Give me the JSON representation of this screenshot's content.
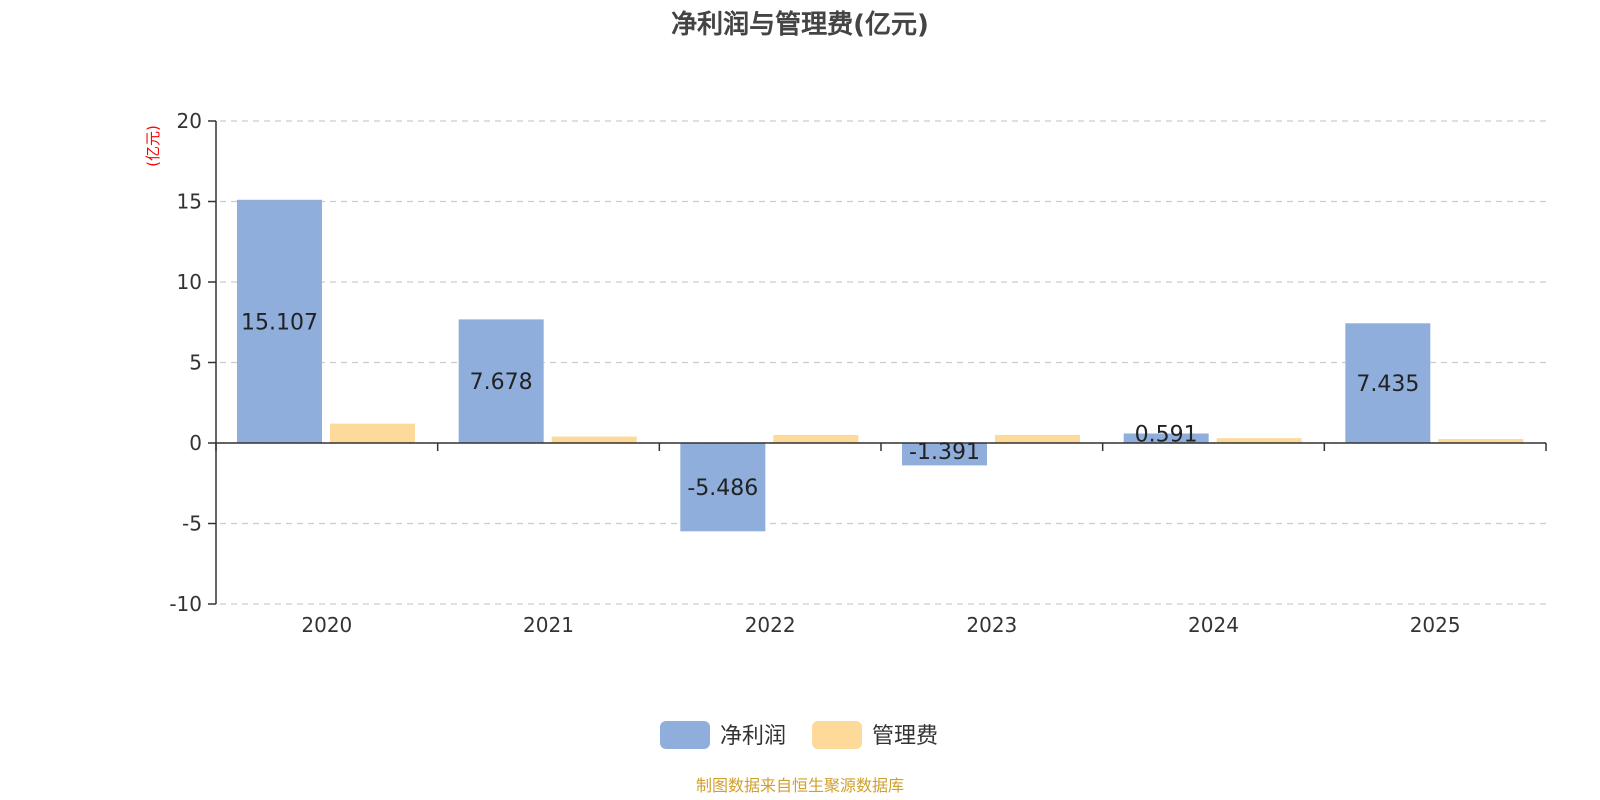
{
  "chart_data": {
    "type": "bar",
    "title": "净利润与管理费(亿元)",
    "ylabel": "(亿元)",
    "categories": [
      "2020",
      "2021",
      "2022",
      "2023",
      "2024",
      "2025"
    ],
    "series": [
      {
        "name": "净利润",
        "values": [
          15.107,
          7.678,
          -5.486,
          -1.391,
          0.591,
          7.435
        ],
        "data_labels": [
          "15.107",
          "7.678",
          "-5.486",
          "-1.391",
          "0.591",
          "7.435"
        ],
        "color": "#8faedc"
      },
      {
        "name": "管理费",
        "values": [
          1.2,
          0.4,
          0.5,
          0.5,
          0.3,
          0.25
        ],
        "color": "#fdd99a"
      }
    ],
    "ylim": [
      -10,
      20
    ],
    "yticks": [
      20,
      15,
      10,
      5,
      0,
      -5,
      -10
    ],
    "grid": true,
    "legend_position": "bottom-center"
  },
  "colors": {
    "ylabel": "#ff0000",
    "source": "#d0a030",
    "grid": "#cccccc",
    "axis": "#333333"
  },
  "source_text": "制图数据来自恒生聚源数据库"
}
